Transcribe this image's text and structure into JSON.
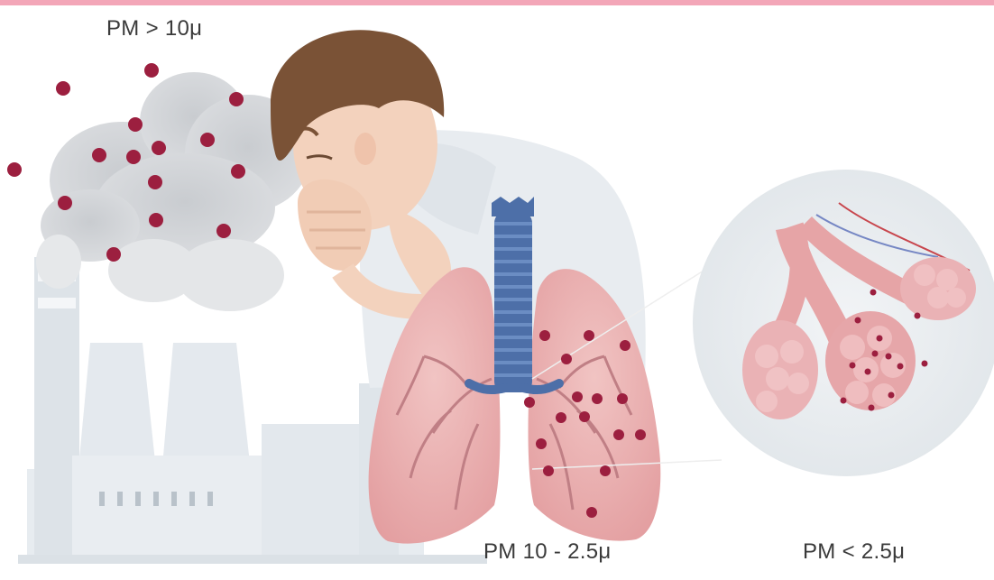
{
  "labels": {
    "pm_large": "PM > 10μ",
    "pm_medium": "PM 10 - 2.5μ",
    "pm_small": "PM < 2.5μ"
  },
  "colors": {
    "top_bar": "#f3a6b8",
    "particle": "#9c1f3f",
    "smoke": "#d4d6d9",
    "factory": "#dfe5ea",
    "lung": "#e7a4a7",
    "trachea": "#4d6fa8",
    "skin": "#f3d2bd",
    "hair": "#7a5236",
    "shirt": "#e8ecf0",
    "zoom_circle": "#e7ebef"
  },
  "icons": [
    "factory-icon",
    "smoke-cloud-icon",
    "person-coughing-icon",
    "lungs-icon",
    "alveoli-icon",
    "particle-icon"
  ]
}
